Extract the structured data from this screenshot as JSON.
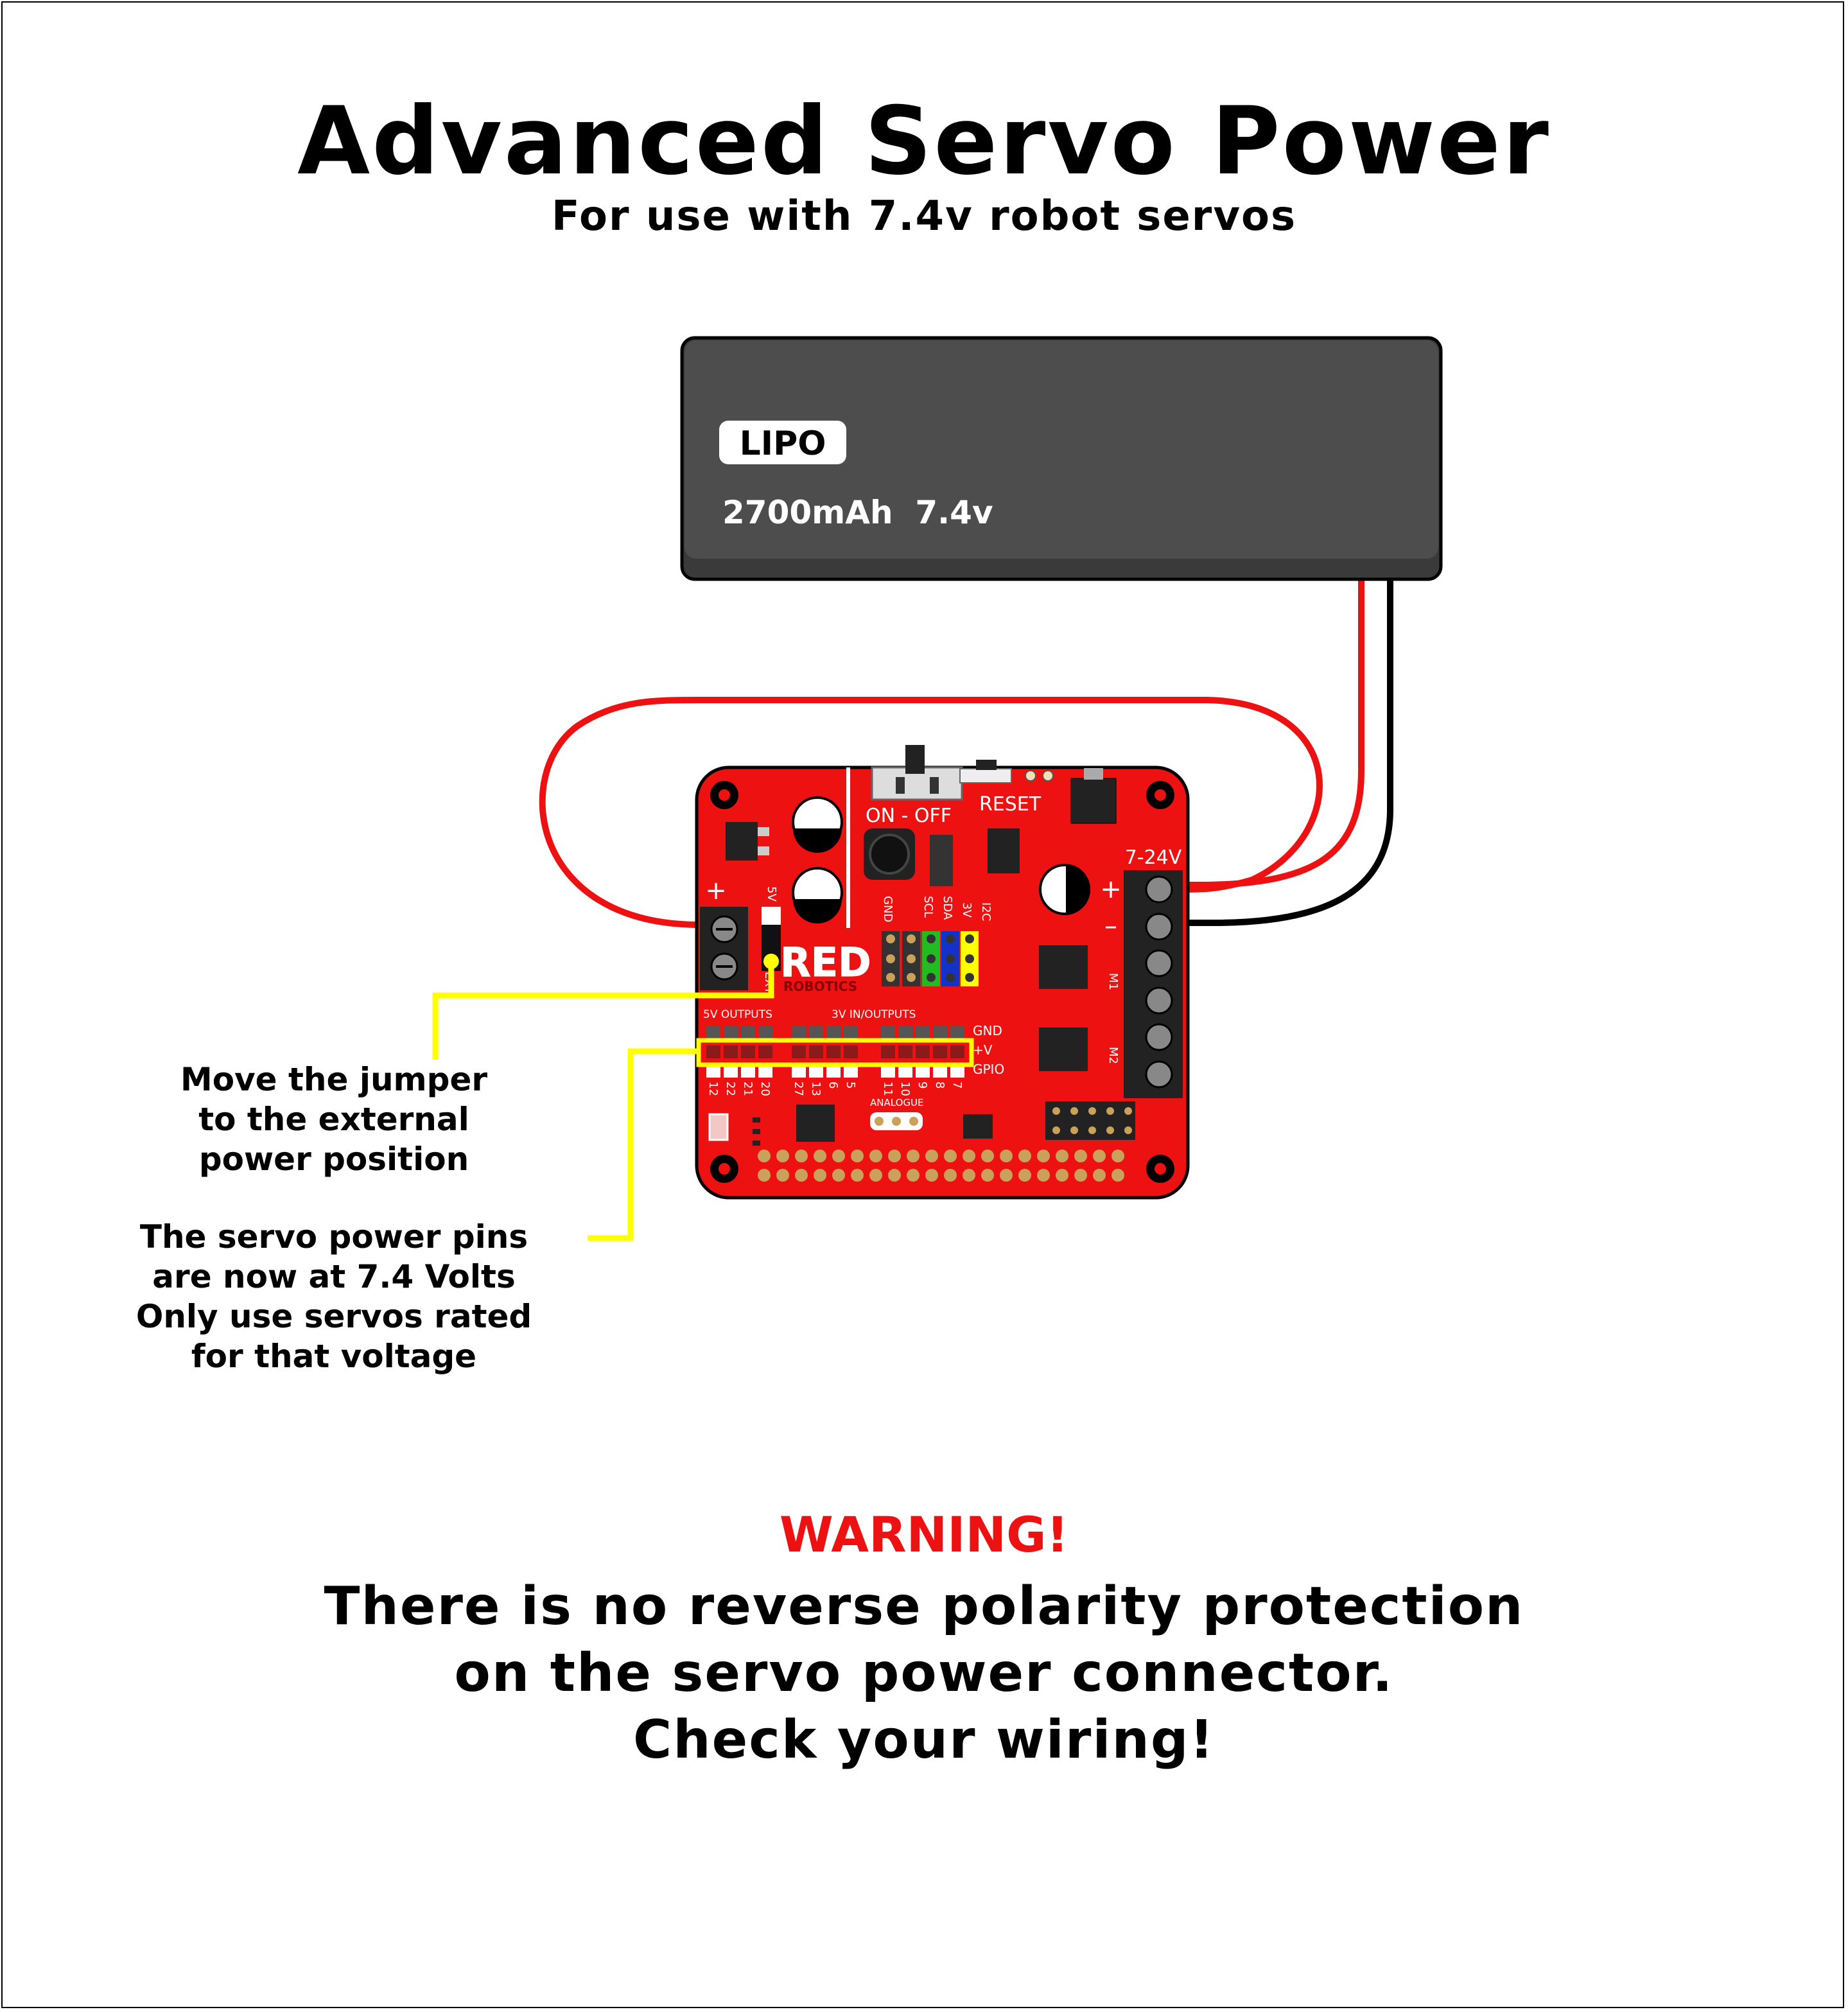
{
  "title": "Advanced Servo Power",
  "subtitle": "For use with 7.4v robot servos",
  "battery": {
    "brand": "LIPO",
    "spec": "2700mAh  7.4v"
  },
  "board": {
    "logo": "RED",
    "logo_sub": "ROBOTICS",
    "switch_label": "ON - OFF",
    "reset_label": "RESET",
    "power_input_label": "7-24V",
    "plus": "+",
    "minus": "–",
    "servo_plus": "+",
    "servo_minus": "–",
    "jumper_5v": "5V",
    "jumper_ext": "EXT",
    "i2c_labels": [
      "GND",
      "SCL",
      "SDA",
      "3V",
      "I2C"
    ],
    "header_5v": "5V OUTPUTS",
    "header_3v": "3V IN/OUTPUTS",
    "row_labels": [
      "GND",
      "+V",
      "GPIO"
    ],
    "pin_numbers": [
      "12",
      "22",
      "21",
      "20",
      "27",
      "13",
      "6",
      "5",
      "11",
      "10",
      "9",
      "8",
      "7"
    ],
    "analogue_label": "ANALOGUE",
    "motor_labels": [
      "M1",
      "M2"
    ]
  },
  "notes": {
    "jumper": [
      "Move the jumper",
      "to the external",
      "power position"
    ],
    "servo_pins": [
      "The servo power pins",
      "are now at 7.4 Volts",
      "Only use servos rated",
      "for that voltage"
    ]
  },
  "warning": {
    "title": "WARNING!",
    "lines": [
      "There is no reverse polarity protection",
      "on the servo power connector.",
      "Check your wiring!"
    ]
  },
  "colors": {
    "board": "#ee1111",
    "battery": "#4d4d4d",
    "wire_red": "#ee1111",
    "wire_black": "#000000",
    "callout": "#ffff00"
  }
}
